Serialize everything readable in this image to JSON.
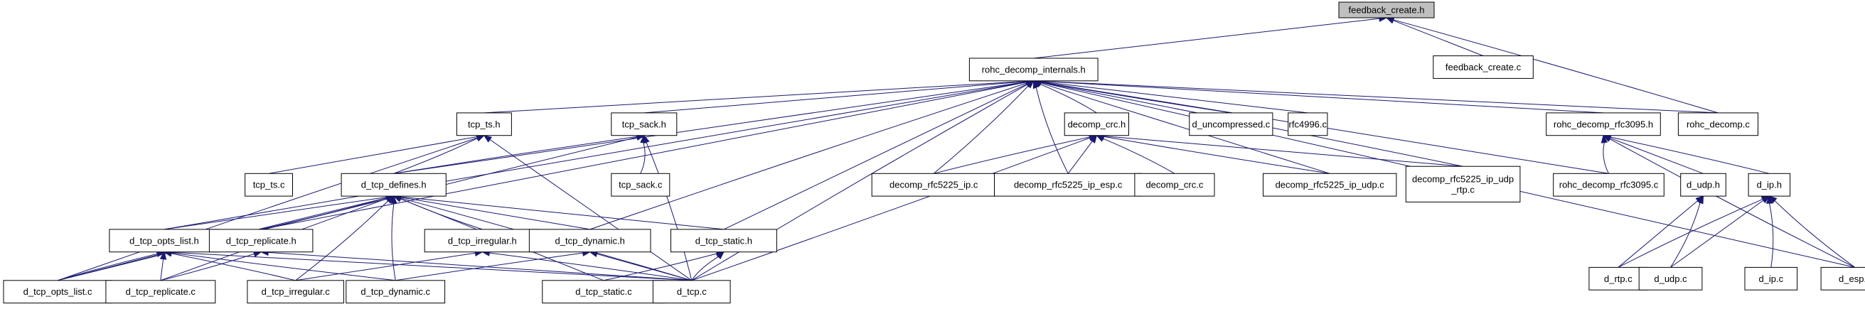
{
  "title": "feedback_create.h include dependency graph",
  "colors": {
    "edge": "#191970",
    "root_fill": "#bfbfbf",
    "node_fill": "#ffffff",
    "border": "#000000"
  },
  "nodes": [
    {
      "id": "feedback_create_h",
      "label": "feedback_create.h",
      "root": true
    },
    {
      "id": "rohc_decomp_internals_h",
      "label": "rohc_decomp_internals.h"
    },
    {
      "id": "feedback_create_c",
      "label": "feedback_create.c"
    },
    {
      "id": "tcp_ts_h",
      "label": "tcp_ts.h"
    },
    {
      "id": "tcp_sack_h",
      "label": "tcp_sack.h"
    },
    {
      "id": "decomp_crc_h",
      "label": "decomp_crc.h"
    },
    {
      "id": "d_uncompressed_c",
      "label": "d_uncompressed.c"
    },
    {
      "id": "rfc4996_c",
      "label": "rfc4996.c"
    },
    {
      "id": "rohc_decomp_rfc3095_h",
      "label": "rohc_decomp_rfc3095.h"
    },
    {
      "id": "rohc_decomp_c",
      "label": "rohc_decomp.c"
    },
    {
      "id": "tcp_ts_c",
      "label": "tcp_ts.c"
    },
    {
      "id": "tcp_sack_c",
      "label": "tcp_sack.c"
    },
    {
      "id": "d_tcp_defines_h",
      "label": "d_tcp_defines.h"
    },
    {
      "id": "decomp_rfc5225_ip_c",
      "label": "decomp_rfc5225_ip.c"
    },
    {
      "id": "decomp_rfc5225_ip_esp_c",
      "label": "decomp_rfc5225_ip_esp.c"
    },
    {
      "id": "decomp_crc_c",
      "label": "decomp_crc.c"
    },
    {
      "id": "decomp_rfc5225_ip_udp_c",
      "label": "decomp_rfc5225_ip_udp.c"
    },
    {
      "id": "decomp_rfc5225_ip_udp_rtp_c",
      "label": "decomp_rfc5225_ip_udp\n_rtp.c"
    },
    {
      "id": "rohc_decomp_rfc3095_c",
      "label": "rohc_decomp_rfc3095.c"
    },
    {
      "id": "d_udp_h",
      "label": "d_udp.h"
    },
    {
      "id": "d_ip_h",
      "label": "d_ip.h"
    },
    {
      "id": "d_tcp_opts_list_h",
      "label": "d_tcp_opts_list.h"
    },
    {
      "id": "d_tcp_replicate_h",
      "label": "d_tcp_replicate.h"
    },
    {
      "id": "d_tcp_irregular_h",
      "label": "d_tcp_irregular.h"
    },
    {
      "id": "d_tcp_dynamic_h",
      "label": "d_tcp_dynamic.h"
    },
    {
      "id": "d_tcp_static_h",
      "label": "d_tcp_static.h"
    },
    {
      "id": "d_rtp_c",
      "label": "d_rtp.c"
    },
    {
      "id": "d_udp_c",
      "label": "d_udp.c"
    },
    {
      "id": "d_ip_c",
      "label": "d_ip.c"
    },
    {
      "id": "d_esp_c",
      "label": "d_esp.c"
    },
    {
      "id": "d_tcp_opts_list_c",
      "label": "d_tcp_opts_list.c"
    },
    {
      "id": "d_tcp_replicate_c",
      "label": "d_tcp_replicate.c"
    },
    {
      "id": "d_tcp_irregular_c",
      "label": "d_tcp_irregular.c"
    },
    {
      "id": "d_tcp_dynamic_c",
      "label": "d_tcp_dynamic.c"
    },
    {
      "id": "d_tcp_static_c",
      "label": "d_tcp_static.c"
    },
    {
      "id": "d_tcp_c",
      "label": "d_tcp.c"
    }
  ],
  "edges": [
    [
      "rohc_decomp_internals_h",
      "feedback_create_h"
    ],
    [
      "feedback_create_c",
      "feedback_create_h"
    ],
    [
      "rohc_decomp_c",
      "feedback_create_h"
    ],
    [
      "tcp_ts_h",
      "rohc_decomp_internals_h"
    ],
    [
      "tcp_sack_h",
      "rohc_decomp_internals_h"
    ],
    [
      "decomp_crc_h",
      "rohc_decomp_internals_h"
    ],
    [
      "d_uncompressed_c",
      "rohc_decomp_internals_h"
    ],
    [
      "rfc4996_c",
      "rohc_decomp_internals_h"
    ],
    [
      "rohc_decomp_rfc3095_h",
      "rohc_decomp_internals_h"
    ],
    [
      "rohc_decomp_c",
      "rohc_decomp_internals_h"
    ],
    [
      "d_tcp_defines_h",
      "rohc_decomp_internals_h"
    ],
    [
      "decomp_rfc5225_ip_c",
      "rohc_decomp_internals_h"
    ],
    [
      "decomp_rfc5225_ip_esp_c",
      "rohc_decomp_internals_h"
    ],
    [
      "decomp_rfc5225_ip_udp_c",
      "rohc_decomp_internals_h"
    ],
    [
      "decomp_rfc5225_ip_udp_rtp_c",
      "rohc_decomp_internals_h"
    ],
    [
      "rohc_decomp_rfc3095_c",
      "rohc_decomp_internals_h"
    ],
    [
      "d_tcp_opts_list_h",
      "rohc_decomp_internals_h"
    ],
    [
      "d_tcp_replicate_h",
      "rohc_decomp_internals_h"
    ],
    [
      "d_tcp_dynamic_h",
      "rohc_decomp_internals_h"
    ],
    [
      "d_tcp_static_h",
      "rohc_decomp_internals_h"
    ],
    [
      "d_esp_c",
      "rohc_decomp_internals_h"
    ],
    [
      "d_tcp_c",
      "rohc_decomp_internals_h"
    ],
    [
      "tcp_ts_c",
      "tcp_ts_h"
    ],
    [
      "d_tcp_defines_h",
      "tcp_ts_h"
    ],
    [
      "d_tcp_opts_list_c",
      "tcp_ts_h"
    ],
    [
      "d_tcp_c",
      "tcp_ts_h"
    ],
    [
      "tcp_sack_c",
      "tcp_sack_h"
    ],
    [
      "d_tcp_defines_h",
      "tcp_sack_h"
    ],
    [
      "d_tcp_opts_list_c",
      "tcp_sack_h"
    ],
    [
      "d_tcp_c",
      "tcp_sack_h"
    ],
    [
      "decomp_rfc5225_ip_c",
      "decomp_crc_h"
    ],
    [
      "decomp_rfc5225_ip_esp_c",
      "decomp_crc_h"
    ],
    [
      "decomp_crc_c",
      "decomp_crc_h"
    ],
    [
      "decomp_rfc5225_ip_udp_c",
      "decomp_crc_h"
    ],
    [
      "decomp_rfc5225_ip_udp_rtp_c",
      "decomp_crc_h"
    ],
    [
      "d_tcp_c",
      "decomp_crc_h"
    ],
    [
      "rohc_decomp_rfc3095_c",
      "rohc_decomp_rfc3095_h"
    ],
    [
      "d_udp_h",
      "rohc_decomp_rfc3095_h"
    ],
    [
      "d_ip_h",
      "rohc_decomp_rfc3095_h"
    ],
    [
      "d_esp_c",
      "rohc_decomp_rfc3095_h"
    ],
    [
      "d_rtp_c",
      "d_udp_h"
    ],
    [
      "d_udp_c",
      "d_udp_h"
    ],
    [
      "d_rtp_c",
      "d_ip_h"
    ],
    [
      "d_udp_c",
      "d_ip_h"
    ],
    [
      "d_ip_c",
      "d_ip_h"
    ],
    [
      "d_esp_c",
      "d_ip_h"
    ],
    [
      "d_tcp_opts_list_h",
      "d_tcp_defines_h"
    ],
    [
      "d_tcp_replicate_h",
      "d_tcp_defines_h"
    ],
    [
      "d_tcp_irregular_h",
      "d_tcp_defines_h"
    ],
    [
      "d_tcp_dynamic_h",
      "d_tcp_defines_h"
    ],
    [
      "d_tcp_static_h",
      "d_tcp_defines_h"
    ],
    [
      "d_tcp_opts_list_c",
      "d_tcp_defines_h"
    ],
    [
      "d_tcp_replicate_c",
      "d_tcp_defines_h"
    ],
    [
      "d_tcp_irregular_c",
      "d_tcp_defines_h"
    ],
    [
      "d_tcp_dynamic_c",
      "d_tcp_defines_h"
    ],
    [
      "d_tcp_static_c",
      "d_tcp_defines_h"
    ],
    [
      "d_tcp_c",
      "d_tcp_defines_h"
    ],
    [
      "d_tcp_opts_list_c",
      "d_tcp_opts_list_h"
    ],
    [
      "d_tcp_replicate_c",
      "d_tcp_opts_list_h"
    ],
    [
      "d_tcp_irregular_c",
      "d_tcp_opts_list_h"
    ],
    [
      "d_tcp_dynamic_c",
      "d_tcp_opts_list_h"
    ],
    [
      "d_tcp_c",
      "d_tcp_opts_list_h"
    ],
    [
      "d_tcp_replicate_c",
      "d_tcp_replicate_h"
    ],
    [
      "d_tcp_c",
      "d_tcp_replicate_h"
    ],
    [
      "d_tcp_irregular_c",
      "d_tcp_irregular_h"
    ],
    [
      "d_tcp_c",
      "d_tcp_irregular_h"
    ],
    [
      "d_tcp_dynamic_c",
      "d_tcp_dynamic_h"
    ],
    [
      "d_tcp_c",
      "d_tcp_dynamic_h"
    ],
    [
      "d_tcp_static_c",
      "d_tcp_static_h"
    ],
    [
      "d_tcp_c",
      "d_tcp_static_h"
    ]
  ]
}
